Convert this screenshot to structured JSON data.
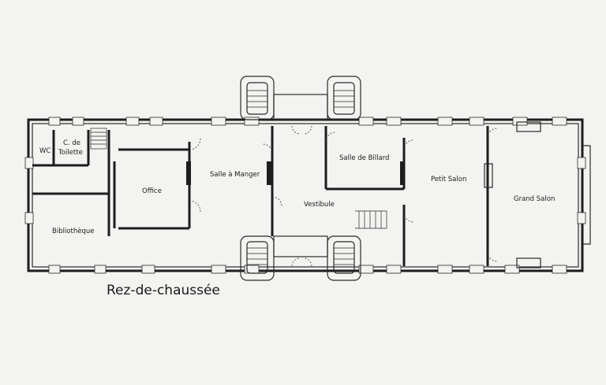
{
  "title": "Rez-de-chaussée",
  "rooms": {
    "wc": "WC",
    "cabinet_line1": "C. de",
    "cabinet_line2": "Toilette",
    "office": "Office",
    "bibliotheque": "Bibliothèque",
    "salle_a_manger": "Salle à Manger",
    "vestibule": "Vestibule",
    "salle_de_billard": "Salle de Billard",
    "petit_salon": "Petit Salon",
    "grand_salon": "Grand Salon"
  }
}
